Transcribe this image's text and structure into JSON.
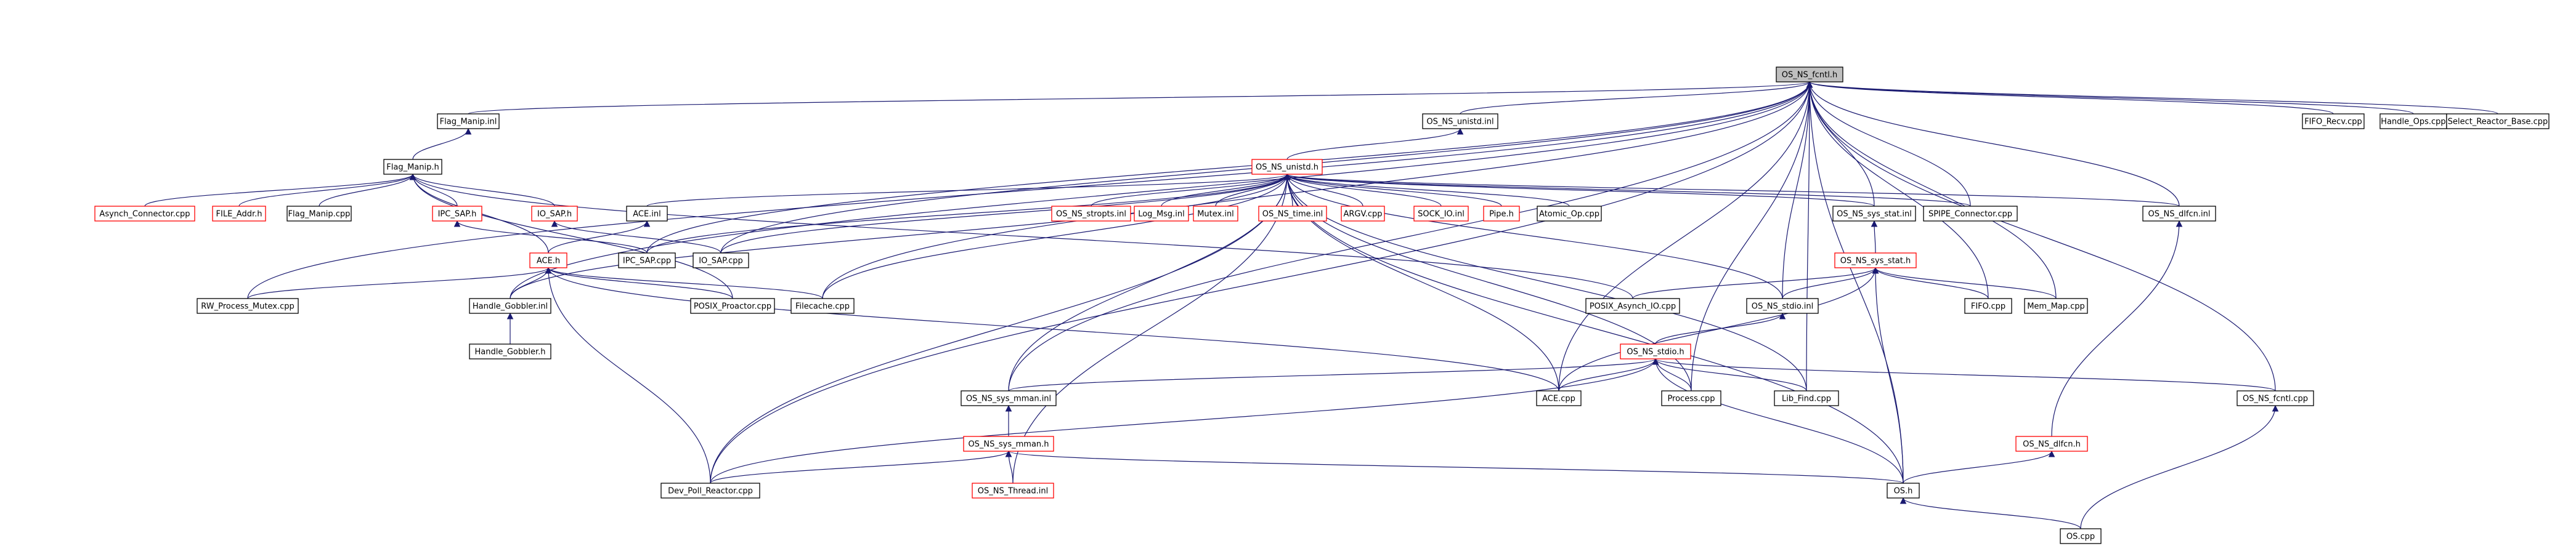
{
  "graph": {
    "edge_color": "#191970",
    "missing_color": "#ff0000",
    "root_fill": "#bfbfbf",
    "nodes": [
      {
        "id": "root",
        "label": "OS_NS_fcntl.h",
        "kind": "root"
      },
      {
        "id": "flag_manip_inl",
        "label": "Flag_Manip.inl",
        "kind": "normal"
      },
      {
        "id": "os_ns_unistd_inl",
        "label": "OS_NS_unistd.inl",
        "kind": "normal"
      },
      {
        "id": "fifo_recv",
        "label": "FIFO_Recv.cpp",
        "kind": "normal"
      },
      {
        "id": "handle_ops",
        "label": "Handle_Ops.cpp",
        "kind": "normal"
      },
      {
        "id": "select_reactor",
        "label": "Select_Reactor_Base.cpp",
        "kind": "normal"
      },
      {
        "id": "flag_manip_h",
        "label": "Flag_Manip.h",
        "kind": "normal"
      },
      {
        "id": "os_ns_unistd_h",
        "label": "OS_NS_unistd.h",
        "kind": "missing"
      },
      {
        "id": "asynch_connector",
        "label": "Asynch_Connector.cpp",
        "kind": "missing"
      },
      {
        "id": "file_addr",
        "label": "FILE_Addr.h",
        "kind": "missing"
      },
      {
        "id": "flag_manip_cpp",
        "label": "Flag_Manip.cpp",
        "kind": "normal"
      },
      {
        "id": "ipc_sap_h",
        "label": "IPC_SAP.h",
        "kind": "missing"
      },
      {
        "id": "io_sap_h",
        "label": "IO_SAP.h",
        "kind": "missing"
      },
      {
        "id": "ace_inl",
        "label": "ACE.inl",
        "kind": "normal"
      },
      {
        "id": "os_ns_stropts",
        "label": "OS_NS_stropts.inl",
        "kind": "missing"
      },
      {
        "id": "log_msg",
        "label": "Log_Msg.inl",
        "kind": "missing"
      },
      {
        "id": "mutex_inl",
        "label": "Mutex.inl",
        "kind": "missing"
      },
      {
        "id": "os_ns_time",
        "label": "OS_NS_time.inl",
        "kind": "missing"
      },
      {
        "id": "argv",
        "label": "ARGV.cpp",
        "kind": "missing"
      },
      {
        "id": "sock_io",
        "label": "SOCK_IO.inl",
        "kind": "missing"
      },
      {
        "id": "pipe_h",
        "label": "Pipe.h",
        "kind": "missing"
      },
      {
        "id": "atomic_op",
        "label": "Atomic_Op.cpp",
        "kind": "normal"
      },
      {
        "id": "os_ns_sys_stat_inl",
        "label": "OS_NS_sys_stat.inl",
        "kind": "normal"
      },
      {
        "id": "spipe_connector",
        "label": "SPIPE_Connector.cpp",
        "kind": "normal"
      },
      {
        "id": "os_ns_dlfcn_inl",
        "label": "OS_NS_dlfcn.inl",
        "kind": "normal"
      },
      {
        "id": "ace_h",
        "label": "ACE.h",
        "kind": "missing"
      },
      {
        "id": "ipc_sap_cpp",
        "label": "IPC_SAP.cpp",
        "kind": "normal"
      },
      {
        "id": "io_sap_cpp",
        "label": "IO_SAP.cpp",
        "kind": "normal"
      },
      {
        "id": "os_ns_sys_stat_h",
        "label": "OS_NS_sys_stat.h",
        "kind": "missing"
      },
      {
        "id": "rw_process_mutex",
        "label": "RW_Process_Mutex.cpp",
        "kind": "normal"
      },
      {
        "id": "handle_gobbler_inl",
        "label": "Handle_Gobbler.inl",
        "kind": "normal"
      },
      {
        "id": "posix_proactor",
        "label": "POSIX_Proactor.cpp",
        "kind": "normal"
      },
      {
        "id": "filecache",
        "label": "Filecache.cpp",
        "kind": "normal"
      },
      {
        "id": "posix_asynch_io",
        "label": "POSIX_Asynch_IO.cpp",
        "kind": "normal"
      },
      {
        "id": "os_ns_stdio_inl",
        "label": "OS_NS_stdio.inl",
        "kind": "normal"
      },
      {
        "id": "fifo_cpp",
        "label": "FIFO.cpp",
        "kind": "normal"
      },
      {
        "id": "mem_map",
        "label": "Mem_Map.cpp",
        "kind": "normal"
      },
      {
        "id": "handle_gobbler_h",
        "label": "Handle_Gobbler.h",
        "kind": "normal"
      },
      {
        "id": "os_ns_stdio_h",
        "label": "OS_NS_stdio.h",
        "kind": "missing"
      },
      {
        "id": "os_ns_sys_mman_inl",
        "label": "OS_NS_sys_mman.inl",
        "kind": "normal"
      },
      {
        "id": "ace_cpp",
        "label": "ACE.cpp",
        "kind": "normal"
      },
      {
        "id": "process_cpp",
        "label": "Process.cpp",
        "kind": "normal"
      },
      {
        "id": "lib_find",
        "label": "Lib_Find.cpp",
        "kind": "normal"
      },
      {
        "id": "os_ns_fcntl_cpp",
        "label": "OS_NS_fcntl.cpp",
        "kind": "normal"
      },
      {
        "id": "os_ns_sys_mman_h",
        "label": "OS_NS_sys_mman.h",
        "kind": "missing"
      },
      {
        "id": "os_ns_dlfcn_h",
        "label": "OS_NS_dlfcn.h",
        "kind": "missing"
      },
      {
        "id": "dev_poll_reactor",
        "label": "Dev_Poll_Reactor.cpp",
        "kind": "normal"
      },
      {
        "id": "os_ns_thread_inl",
        "label": "OS_NS_Thread.inl",
        "kind": "missing"
      },
      {
        "id": "os_h",
        "label": "OS.h",
        "kind": "normal"
      },
      {
        "id": "os_cpp",
        "label": "OS.cpp",
        "kind": "normal"
      }
    ]
  }
}
